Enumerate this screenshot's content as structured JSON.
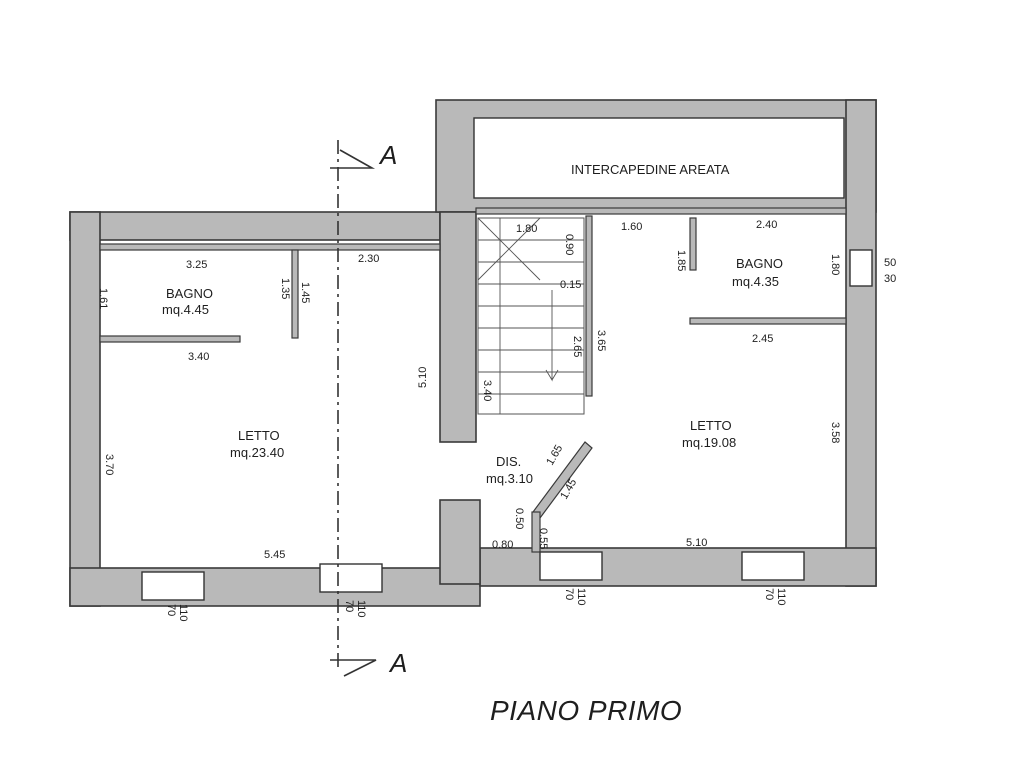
{
  "plan": {
    "title": "PIANO PRIMO",
    "section_mark": "A",
    "rooms": {
      "intercapedine": "INTERCAPEDINE AREATA",
      "bagno_left": {
        "name": "BAGNO",
        "area": "mq.4.45"
      },
      "letto_left": {
        "name": "LETTO",
        "area": "mq.23.40"
      },
      "dis": {
        "name": "DIS.",
        "area": "mq.3.10"
      },
      "bagno_right": {
        "name": "BAGNO",
        "area": "mq.4.35"
      },
      "letto_right": {
        "name": "LETTO",
        "area": "mq.19.08"
      }
    },
    "dims": {
      "d_325": "3.25",
      "d_230": "2.30",
      "d_340a": "3.40",
      "d_161": "1.61",
      "d_135": "1.35",
      "d_145a": "1.45",
      "d_370": "3.70",
      "d_545": "5.45",
      "d_510v": "5.10",
      "d_180a": "1.80",
      "d_090": "0.90",
      "d_015": "0.15",
      "d_265": "2.65",
      "d_365": "3.65",
      "d_340b": "3.40",
      "d_160": "1.60",
      "d_240": "2.40",
      "d_185": "1.85",
      "d_180b": "1.80",
      "d_245": "2.45",
      "d_358": "3.58",
      "d_510h": "5.10",
      "d_165": "1.65",
      "d_145b": "1.45",
      "d_050": "0.50",
      "d_055": "0.55",
      "d_080": "0.80",
      "d_50": "50",
      "d_30": "30",
      "w1_a": "70",
      "w1_b": "110",
      "w2_a": "70",
      "w2_b": "110",
      "w3_a": "70",
      "w3_b": "110",
      "w4_a": "70",
      "w4_b": "110"
    }
  }
}
